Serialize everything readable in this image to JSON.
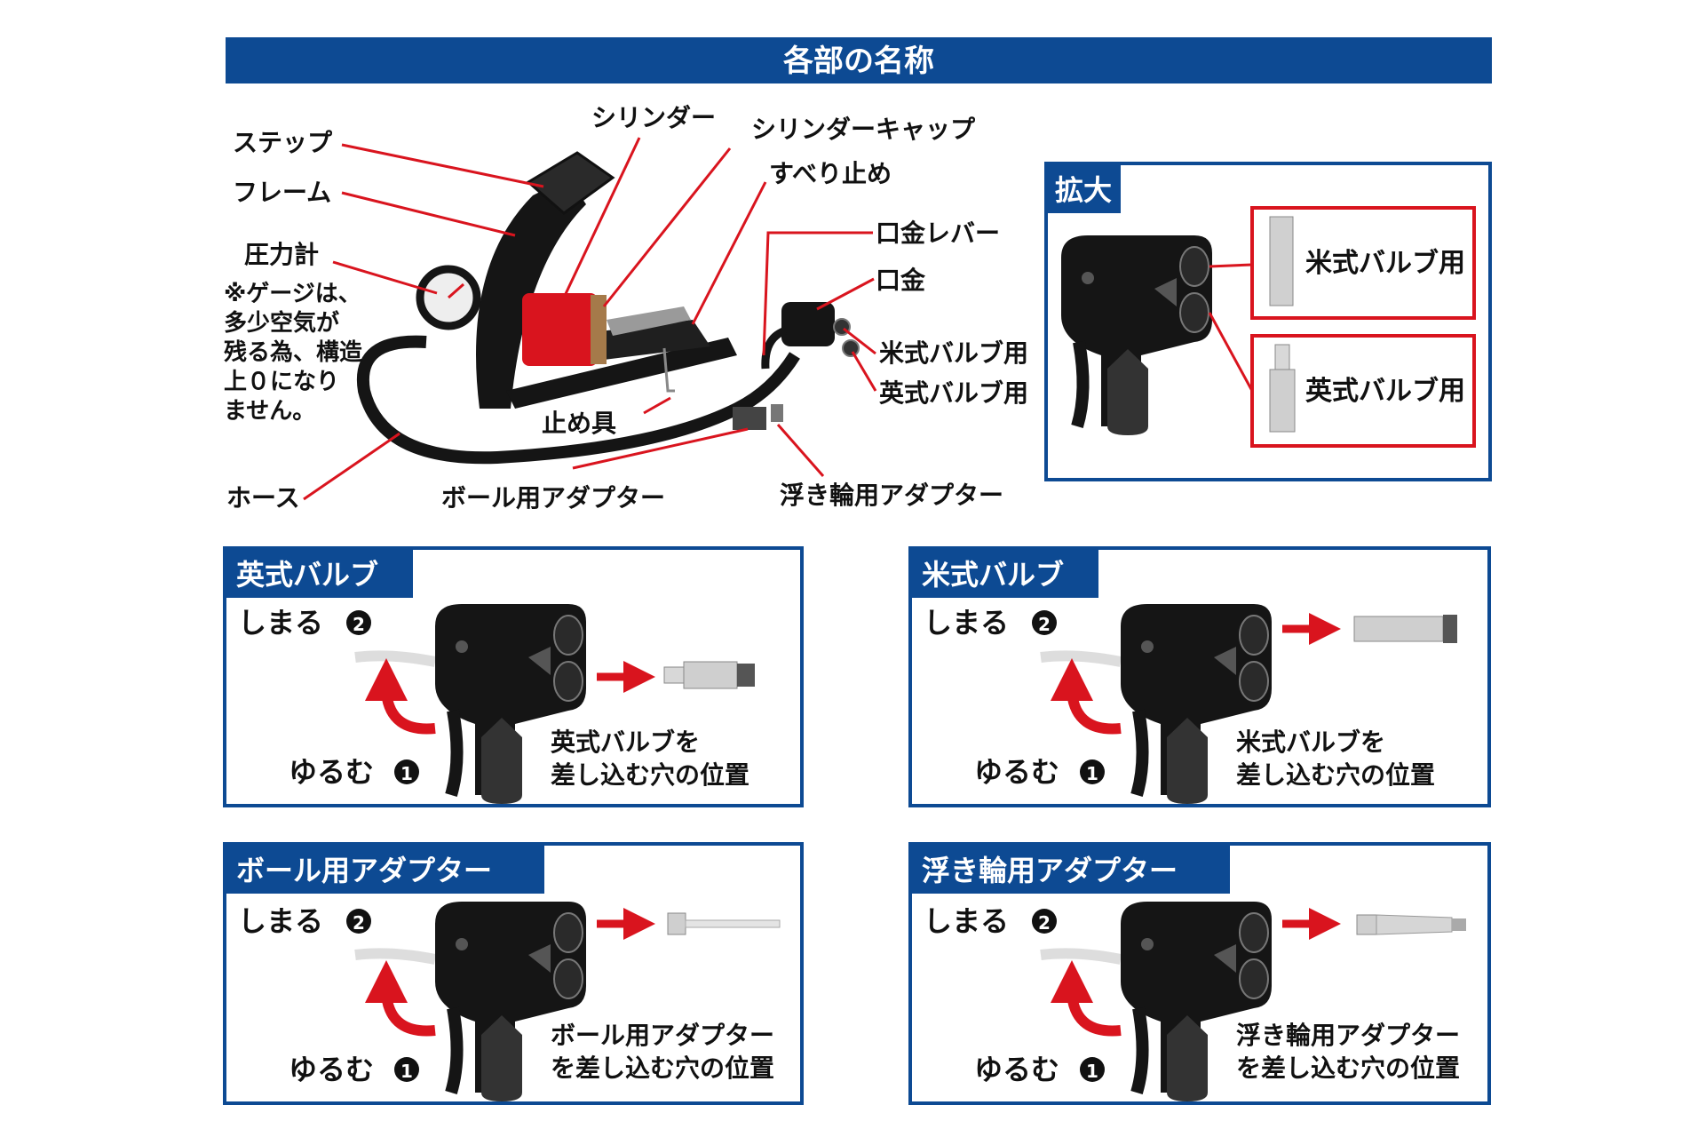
{
  "header": {
    "title": "各部の名称"
  },
  "main_labels": {
    "step": "ステップ",
    "frame": "フレーム",
    "gauge": "圧力計",
    "gauge_note_1": "※ゲージは、",
    "gauge_note_2": "多少空気が",
    "gauge_note_3": "残る為、構造",
    "gauge_note_4": "上０になり",
    "gauge_note_5": "ません。",
    "hose": "ホース",
    "cylinder": "シリンダー",
    "cylinder_cap": "シリンダーキャップ",
    "anti_slip": "すべり止め",
    "clip": "止め具",
    "mouth_lever": "口金レバー",
    "mouth": "口金",
    "us_valve_hole": "米式バルブ用",
    "uk_valve_hole": "英式バルブ用",
    "ball_adapter": "ボール用アダプター",
    "float_adapter": "浮き輪用アダプター"
  },
  "zoom": {
    "title": "拡大",
    "us_label": "米式バルブ用",
    "uk_label": "英式バルブ用"
  },
  "panels": [
    {
      "title": "英式バルブ",
      "close": "しまる",
      "close_num": "2",
      "open": "ゆるむ",
      "open_num": "1",
      "desc1": "英式バルブを",
      "desc2": "差し込む穴の位置"
    },
    {
      "title": "米式バルブ",
      "close": "しまる",
      "close_num": "2",
      "open": "ゆるむ",
      "open_num": "1",
      "desc1": "米式バルブを",
      "desc2": "差し込む穴の位置"
    },
    {
      "title": "ボール用アダプター",
      "close": "しまる",
      "close_num": "2",
      "open": "ゆるむ",
      "open_num": "1",
      "desc1": "ボール用アダプター",
      "desc2": "を差し込む穴の位置"
    },
    {
      "title": "浮き輪用アダプター",
      "close": "しまる",
      "close_num": "2",
      "open": "ゆるむ",
      "open_num": "1",
      "desc1": "浮き輪用アダプター",
      "desc2": "を差し込む穴の位置"
    }
  ],
  "colors": {
    "navy": "#0d4a93",
    "red": "#d9141e",
    "black": "#111111",
    "gray": "#9a9a9a"
  }
}
